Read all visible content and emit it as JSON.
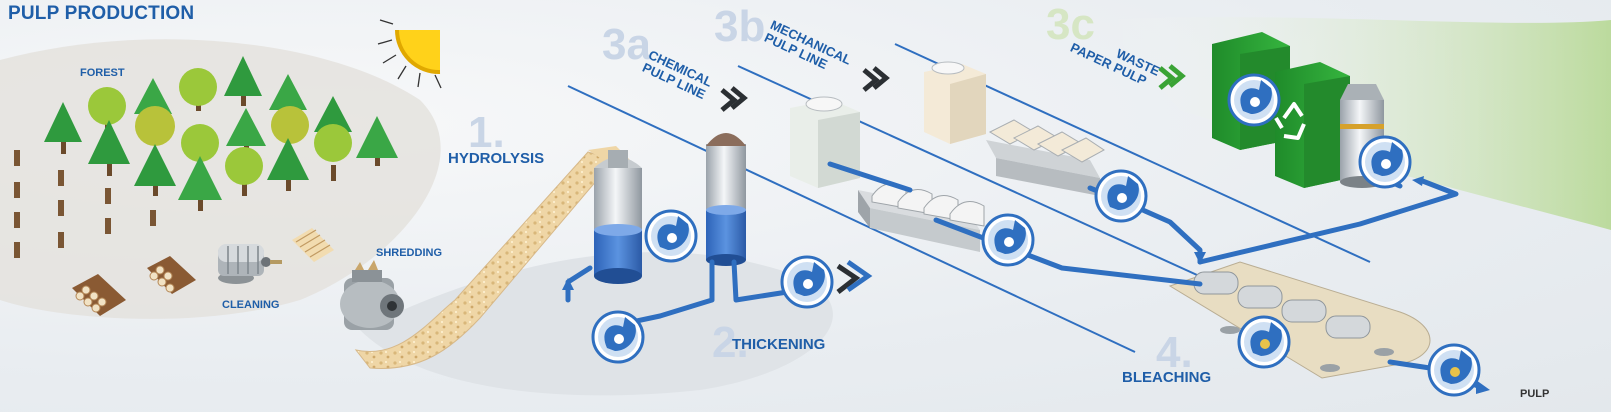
{
  "title": "PULP PRODUCTION",
  "labels": {
    "forest": "FOREST",
    "cleaning": "CLEANING",
    "shredding": "SHREDDING",
    "hydrolysis": "HYDROLYSIS",
    "thickening": "THICKENING",
    "bleaching": "BLEACHING",
    "pulp": "PULP"
  },
  "lines": {
    "chemical": {
      "step": "3a",
      "line1": "CHEMICAL",
      "line2": "PULP LINE"
    },
    "mechanical": {
      "step": "3b",
      "line1": "MECHANICAL",
      "line2": "PULP LINE"
    },
    "waste": {
      "step": "3c",
      "line1": "WASTE",
      "line2": "PAPER PULP"
    }
  },
  "step_numbers": {
    "hydrolysis": "1.",
    "thickening": "2.",
    "bleaching": "4."
  },
  "icons": [
    "sun-icon",
    "tree-icon",
    "log-pile-icon",
    "debarker-icon",
    "shredder-icon",
    "conveyor-icon",
    "tank-icon",
    "pump-icon",
    "recycle-icon",
    "bleach-tower-icon"
  ],
  "colors": {
    "text": "#1f5ea8",
    "pipe": "#2f6fc0",
    "step_number": "#c9d5e6",
    "waste_step": "#d6e6c4",
    "waste_arrow": "#3aa335",
    "tree": "#2f9a3e",
    "container": "#2aa235"
  }
}
